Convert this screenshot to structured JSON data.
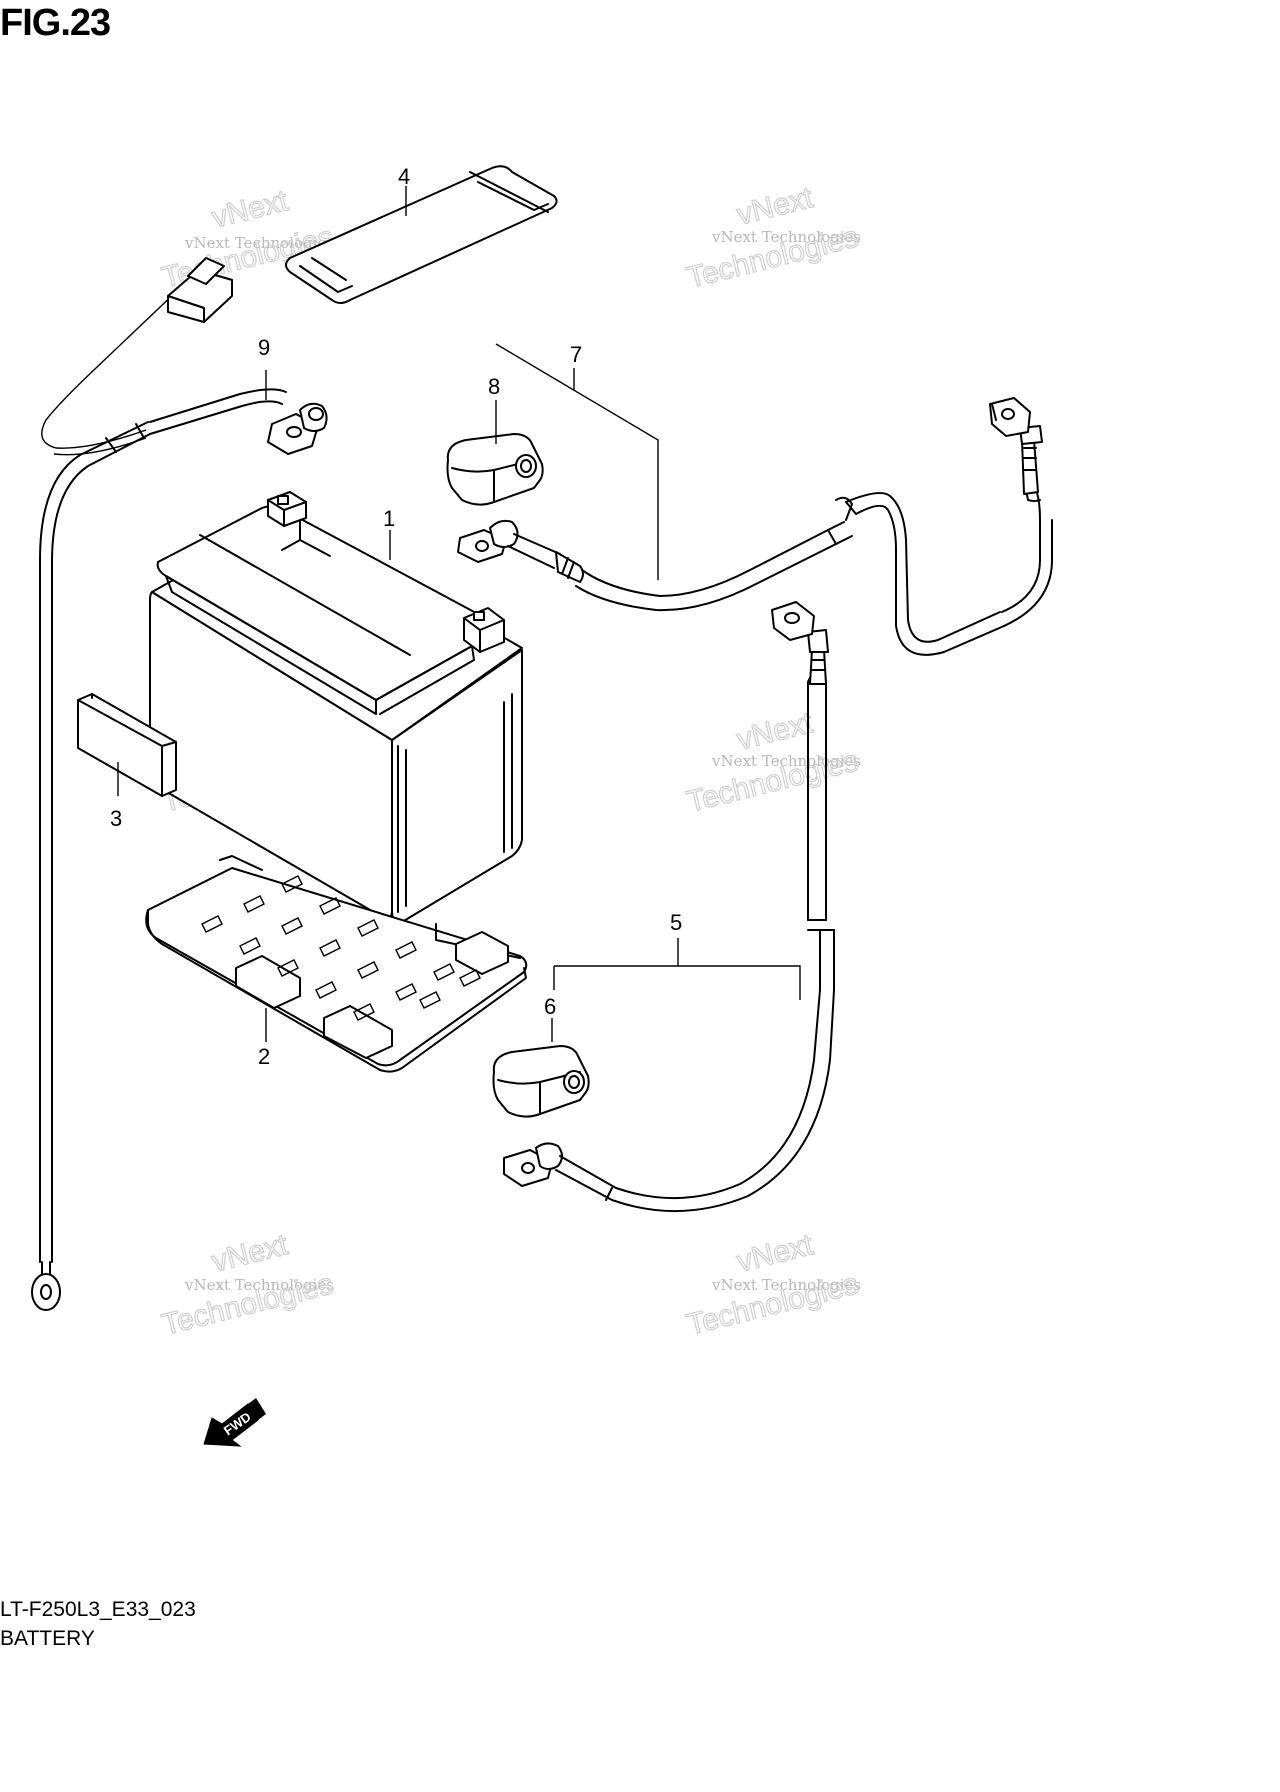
{
  "figure": {
    "title": "FIG.23",
    "code": "LT-F250L3_E33_023",
    "name": "BATTERY"
  },
  "callouts": [
    "1",
    "2",
    "3",
    "4",
    "5",
    "6",
    "7",
    "8",
    "9"
  ],
  "watermark": {
    "line_small": "vNext Technologies",
    "line_big": "Technologies",
    "line_top": "vNext"
  },
  "fwd_label": "FWD"
}
